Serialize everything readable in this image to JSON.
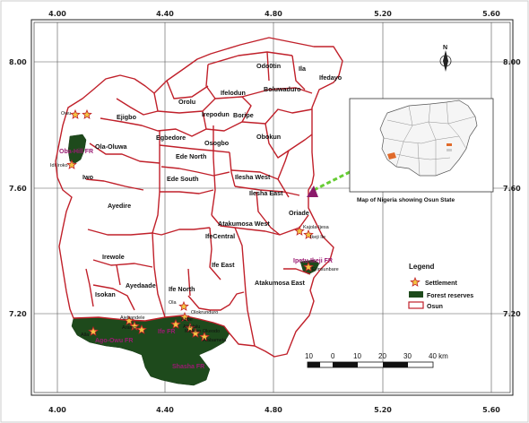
{
  "grid": {
    "top_labels": [
      "4.00",
      "4.40",
      "4.80",
      "5.20",
      "5.60"
    ],
    "bottom_labels": [
      "4.00",
      "4.40",
      "4.80",
      "5.20",
      "5.60"
    ],
    "left_labels": [
      "8.00",
      "7.60",
      "7.20"
    ],
    "right_labels": [
      "8.00",
      "7.60",
      "7.20"
    ]
  },
  "lgas": [
    "Odo0tin",
    "Ila",
    "Ifedayo",
    "Boluwaduro",
    "Ifelodun",
    "Orolu",
    "Ejigbo",
    "Irepodun",
    "Boripe",
    "Obokun",
    "Osogbo",
    "Egbedore",
    "Ola-Oluwa",
    "Iwo",
    "Ede North",
    "Ede South",
    "Ilesha West",
    "Ilesha East",
    "Ayedire",
    "Oriade",
    "Atakumosa West",
    "IfeCentral",
    "Irewole",
    "Ife East",
    "Ayedaade",
    "Isokan",
    "Ife North",
    "Atakumosa East"
  ],
  "forest_reserves": [
    "Oba-Hill FR",
    "Ago-Owu FR",
    "Ife FR",
    "Shasha FR",
    "Ipetu-Ikeji FR"
  ],
  "settlements": [
    "Owu",
    "Idi Iroko",
    "Kajola-Ijesa",
    "Ikeji Ile",
    "Erinsunbare",
    "Ola",
    "Ajebandele",
    "Aramo",
    "Abbe",
    "Alla",
    "Akinlalu",
    "Olokrunduro",
    "Mokoro Okeodo",
    "Alabameta"
  ],
  "inset": {
    "caption": "Map of Nigeria showing Osun State"
  },
  "legend": {
    "title": "Legend",
    "items": [
      "Settlement",
      "Forest reserves",
      "Osun"
    ]
  },
  "scale": {
    "labels": [
      "10",
      "0",
      "10",
      "20",
      "30",
      "40 km"
    ]
  },
  "north_label": "N",
  "colors": {
    "boundary": "#c0202a",
    "forest": "#1e4a1c",
    "grid": "#555555",
    "label_magenta": "#9b1a72",
    "star_fill": "#f3c542",
    "arrow": "#66cc33",
    "arrow_head": "#8b1a6b"
  }
}
